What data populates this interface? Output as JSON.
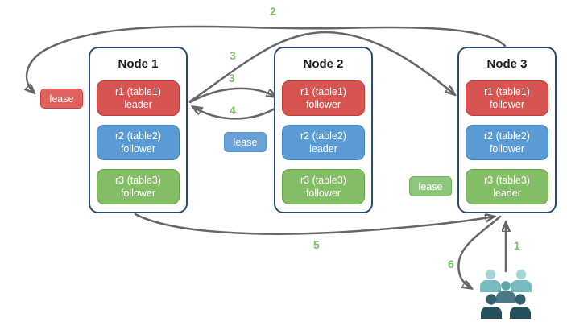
{
  "nodes": [
    {
      "title": "Node 1",
      "replicas": [
        {
          "name": "r1 (table1)",
          "role": "leader"
        },
        {
          "name": "r2 (table2)",
          "role": "follower"
        },
        {
          "name": "r3 (table3)",
          "role": "follower"
        }
      ]
    },
    {
      "title": "Node 2",
      "replicas": [
        {
          "name": "r1 (table1)",
          "role": "follower"
        },
        {
          "name": "r2 (table2)",
          "role": "leader"
        },
        {
          "name": "r3 (table3)",
          "role": "follower"
        }
      ]
    },
    {
      "title": "Node 3",
      "replicas": [
        {
          "name": "r1 (table1)",
          "role": "follower"
        },
        {
          "name": "r2 (table2)",
          "role": "follower"
        },
        {
          "name": "r3 (table3)",
          "role": "leader"
        }
      ]
    }
  ],
  "leases": [
    {
      "label": "lease",
      "color": "#E0615D"
    },
    {
      "label": "lease",
      "color": "#6AA2D8"
    },
    {
      "label": "lease",
      "color": "#8DC67C"
    }
  ],
  "arrow_labels": [
    {
      "text": "2"
    },
    {
      "text": "3"
    },
    {
      "text": "3"
    },
    {
      "text": "4"
    },
    {
      "text": "5"
    },
    {
      "text": "6"
    },
    {
      "text": "1"
    }
  ],
  "icons": {
    "clients": "users-group-icon"
  },
  "colors": {
    "replica_red": "#D85450",
    "replica_blue": "#5B9BD5",
    "replica_green": "#83BD66",
    "node_border": "#2A4A73",
    "arrow_gray": "#666666",
    "arrow_label_green": "#7CBE6A",
    "users_light_teal": "#8ECCCD",
    "users_mid_teal": "#5CA6AC",
    "users_dark_slate": "#2C5666"
  }
}
